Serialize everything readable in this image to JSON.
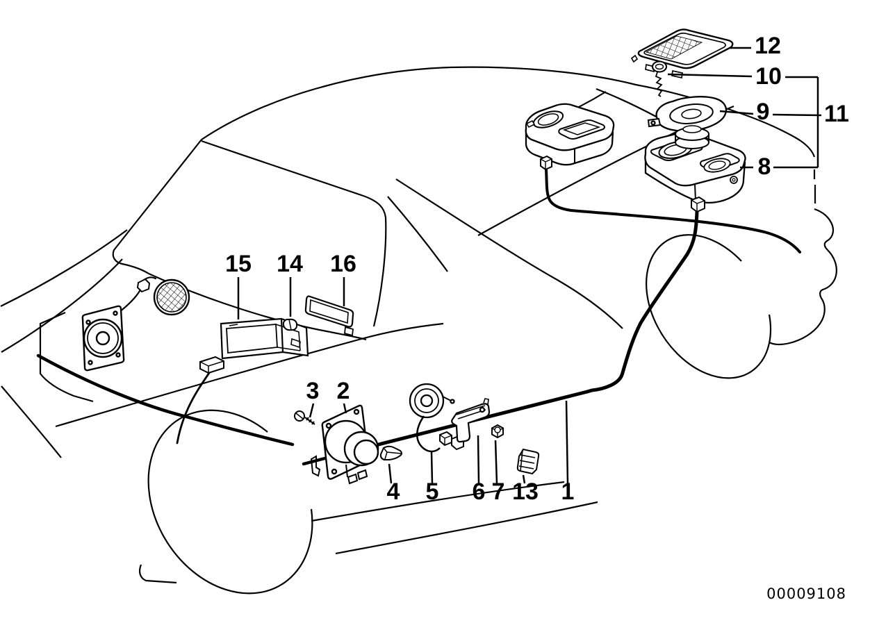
{
  "diagram": {
    "doc_number": "00009108",
    "background_color": "#ffffff",
    "line_color": "#000000",
    "callouts": {
      "c1": "1",
      "c2": "2",
      "c3": "3",
      "c4": "4",
      "c5": "5",
      "c6": "6",
      "c7": "7",
      "c8": "8",
      "c9": "9",
      "c10": "10",
      "c11": "11",
      "c12": "12",
      "c13": "13",
      "c14": "14",
      "c15": "15",
      "c16": "16"
    }
  }
}
